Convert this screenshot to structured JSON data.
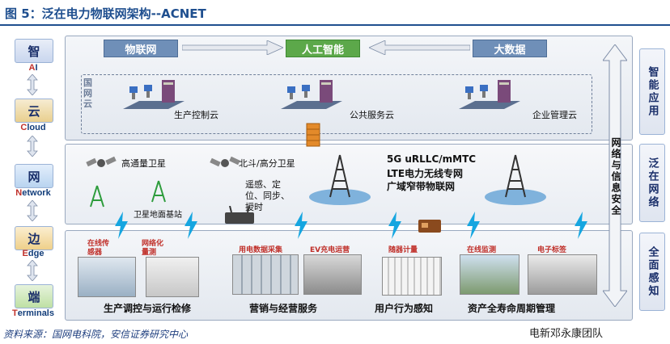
{
  "title": "图 5：泛在电力物联网架构--ACNET",
  "source": "资料来源：国网电科院，安信证券研究中心",
  "watermark": "电新邓永康团队",
  "tiers": [
    {
      "cn": "智",
      "en_first": "A",
      "en_rest": "I"
    },
    {
      "cn": "云",
      "en_first": "C",
      "en_rest": "loud"
    },
    {
      "cn": "网",
      "en_first": "N",
      "en_rest": "etwork"
    },
    {
      "cn": "边",
      "en_first": "E",
      "en_rest": "dge"
    },
    {
      "cn": "端",
      "en_first": "T",
      "en_rest": "erminals"
    }
  ],
  "right_labels": [
    "智能应用",
    "泛在网络",
    "全面感知"
  ],
  "security_label": "网络与信息安全",
  "cloud_layer": {
    "boxes": [
      "物联网",
      "人工智能",
      "大数据"
    ],
    "guowang_label": "国网云",
    "clouds": [
      "生产控制云",
      "公共服务云",
      "企业管理云"
    ]
  },
  "network_layer": {
    "satellite_high": "高通量卫星",
    "satellite_beidou": "北斗/高分卫星",
    "services": "遥感、定位、同步、授时",
    "ground_station": "卫星地面基站",
    "tech_line1": "5G uRLLC/mMTC",
    "tech_line2": "LTE电力无线专网",
    "tech_line3": "广域窄带物联网"
  },
  "terminal_layer": {
    "tags": [
      "在线传感器",
      "网络化量测",
      "用电数据采集",
      "EV充电运营",
      "随器计量",
      "在线监测",
      "电子标签"
    ],
    "groups": [
      "生产调控与运行检修",
      "营销与经营服务",
      "用户行为感知",
      "资产全寿命周期管理"
    ]
  },
  "colors": {
    "blue_box": "#6f8fb8",
    "green_box": "#5ca84a",
    "title": "#1f4f8f",
    "lightning": "#16a6e0"
  }
}
